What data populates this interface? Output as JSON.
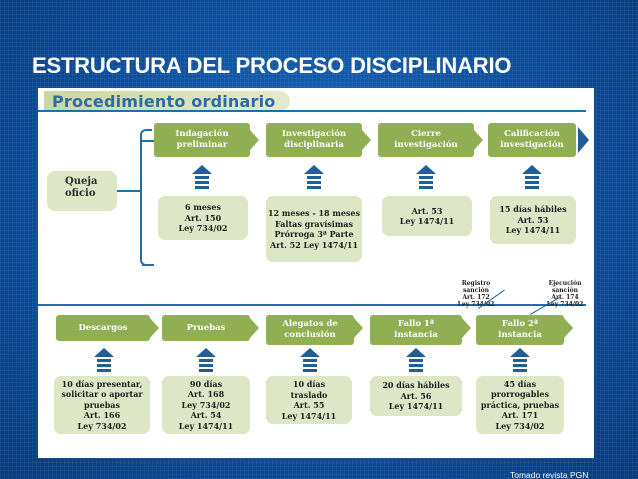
{
  "slide_title": "ESTRUCTURA DEL PROCESO DISCIPLINARIO",
  "procedure_title": "Procedimiento ordinario",
  "start_box": [
    "Queja",
    "oficio"
  ],
  "top_stages": [
    {
      "label": "Indagación\npreliminar",
      "info": [
        "6 meses",
        "Art. 150",
        "Ley 734/02"
      ]
    },
    {
      "label": "Investigación\ndisciplinaria",
      "info": [
        "12 meses - 18 meses",
        "Faltas gravísimas",
        "Prórroga 3ª Parte",
        "Art. 52 Ley 1474/11"
      ]
    },
    {
      "label": "Cierre\ninvestigación",
      "info": [
        "Art. 53",
        "Ley 1474/11"
      ]
    },
    {
      "label": "Calificación\ninvestigación",
      "info": [
        "15 días hábiles",
        "Art. 53",
        "Ley 1474/11"
      ]
    }
  ],
  "bottom_stages": [
    {
      "label": "Descargos",
      "info": [
        "10 días presentar,",
        "solicitar o aportar",
        "pruebas",
        "Art. 166",
        "Ley 734/02"
      ]
    },
    {
      "label": "Pruebas",
      "info": [
        "90 días",
        "Art. 168",
        "Ley 734/02",
        "Art. 54",
        "Ley 1474/11"
      ]
    },
    {
      "label": "Alegatos de\nconclusión",
      "info": [
        "10 días",
        "traslado",
        "Art. 55",
        "Ley 1474/11"
      ]
    },
    {
      "label": "Fallo 1ª\ninstancia",
      "info": [
        "20 días hábiles",
        "Art. 56",
        "Ley 1474/11"
      ]
    },
    {
      "label": "Fallo 2ª\ninstancia",
      "info": [
        "45 días",
        "prorrogables",
        "práctica, pruebas",
        "Art. 171",
        "Ley 734/02"
      ]
    }
  ],
  "registro": [
    "Registro",
    "sanción",
    "Art. 172",
    "Ley 734/02"
  ],
  "ejecucion": [
    "Ejecución",
    "sanción",
    "Art. 174",
    "Ley 734/02"
  ],
  "footer_note": "Tomado revista PGN"
}
